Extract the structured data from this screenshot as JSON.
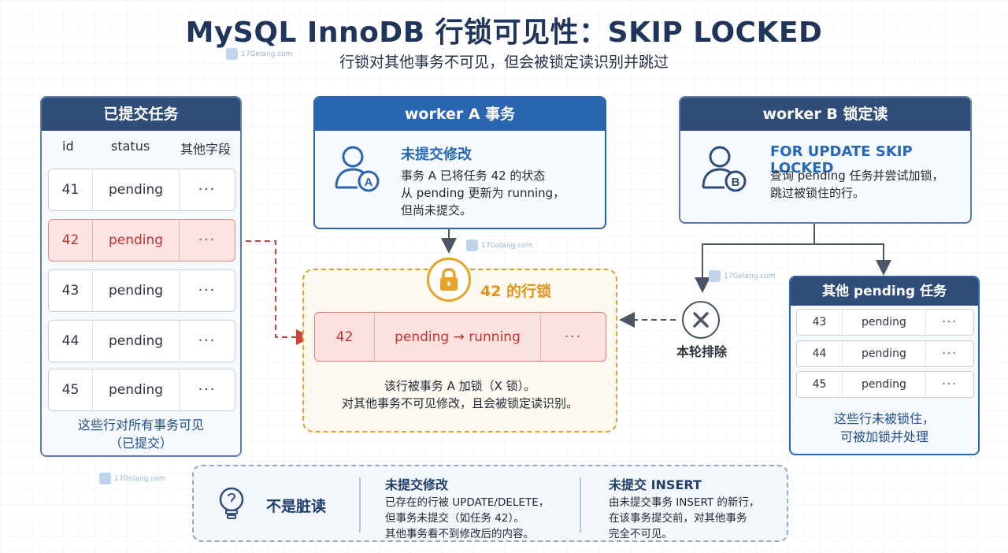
{
  "title": "MySQL InnoDB 行锁可见性：SKIP LOCKED",
  "subtitle": "行锁对其他事务不可见，但会被锁定读识别并跳过",
  "watermark": "17Golang.com",
  "left_panel": {
    "title": "已提交任务",
    "columns": [
      "id",
      "status",
      "其他字段"
    ],
    "rows": [
      {
        "id": "41",
        "status": "pending",
        "other": "···",
        "highlight": false
      },
      {
        "id": "42",
        "status": "pending",
        "other": "···",
        "highlight": true
      },
      {
        "id": "43",
        "status": "pending",
        "other": "···",
        "highlight": false
      },
      {
        "id": "44",
        "status": "pending",
        "other": "···",
        "highlight": false
      },
      {
        "id": "45",
        "status": "pending",
        "other": "···",
        "highlight": false
      }
    ],
    "note_line1": "这些行对所有事务可见",
    "note_line2": "（已提交）"
  },
  "worker_a": {
    "title": "worker A 事务",
    "avatar_letter": "A",
    "section_title": "未提交修改",
    "lines": [
      "事务 A 已将任务 42 的状态",
      "从 pending 更新为 running，",
      "但尚未提交。"
    ]
  },
  "lock": {
    "label": "42 的行锁",
    "row_id": "42",
    "row_status": "pending → running",
    "row_other": "···",
    "note_line1": "该行被事务 A 加锁（X 锁）。",
    "note_line2": "对其他事务不可见修改，且会被锁定读识别。"
  },
  "worker_b": {
    "title": "worker B 锁定读",
    "avatar_letter": "B",
    "section_title": "FOR UPDATE SKIP LOCKED",
    "lines": [
      "查询 pending 任务并尝试加锁，",
      "跳过被锁住的行。"
    ]
  },
  "excluded_label": "本轮排除",
  "right_panel": {
    "title": "其他 pending 任务",
    "rows": [
      {
        "id": "43",
        "status": "pending",
        "other": "···"
      },
      {
        "id": "44",
        "status": "pending",
        "other": "···"
      },
      {
        "id": "45",
        "status": "pending",
        "other": "···"
      }
    ],
    "note_line1": "这些行未被锁住，",
    "note_line2": "可被加锁并处理"
  },
  "bottom": {
    "main_label": "不是脏读",
    "col1_title": "未提交修改",
    "col1_lines": [
      "已存在的行被 UPDATE/DELETE，",
      "但事务未提交（如任务 42）。",
      "其他事务看不到修改后的内容。"
    ],
    "col2_title": "未提交 INSERT",
    "col2_lines": [
      "由未提交事务 INSERT 的新行，",
      "在该事务提交前，对其他事务",
      "完全不可见。"
    ]
  },
  "colors": {
    "navy": "#2f4d78",
    "blue": "#2a65b2",
    "red": "#c5302c",
    "orange": "#e0a030"
  }
}
